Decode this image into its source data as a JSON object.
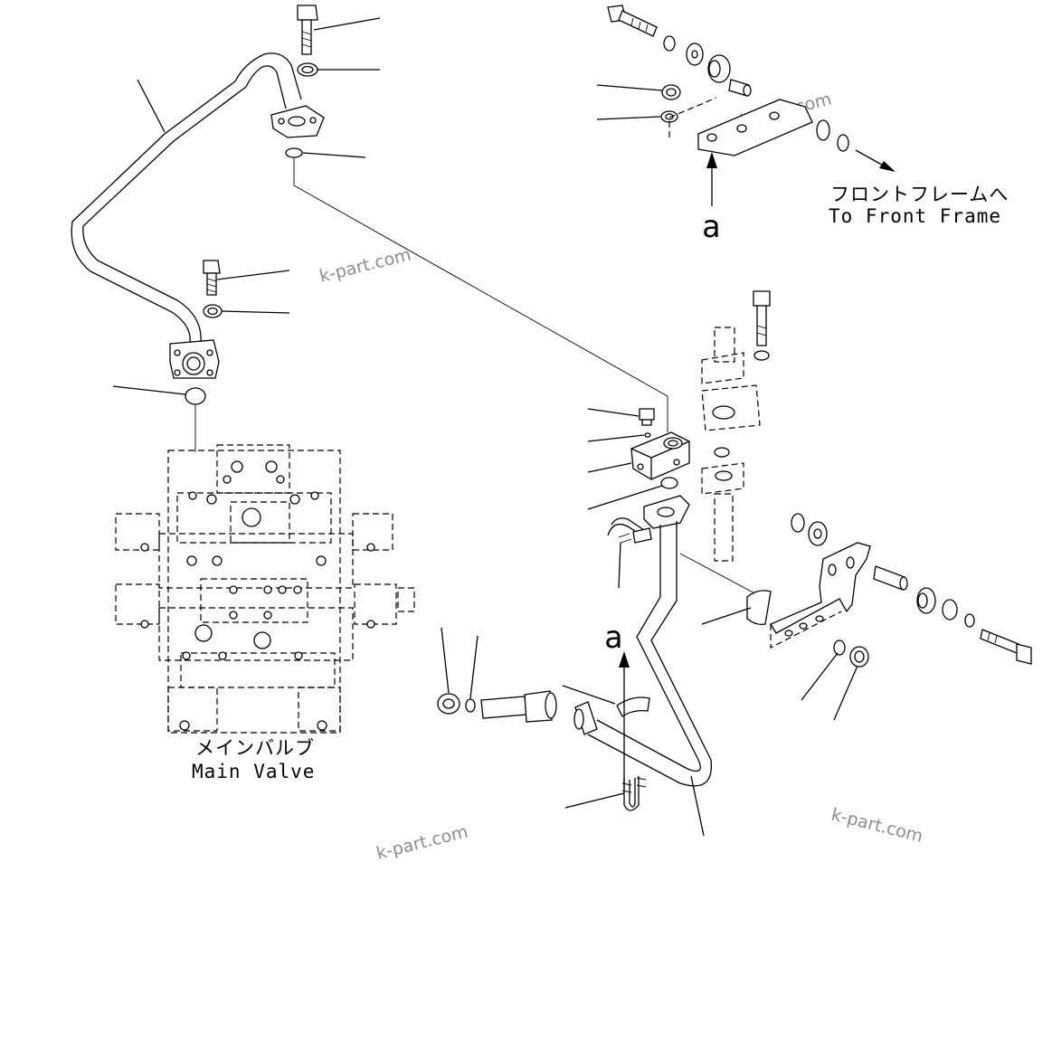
{
  "labels": {
    "front_frame_jp": "フロントフレームへ",
    "front_frame_en": "To Front Frame",
    "main_valve_jp": "メインバルブ",
    "main_valve_en": "Main Valve",
    "view_a_top": "a",
    "view_a_bottom": "a"
  },
  "watermarks": [
    "k-part.com",
    "k-part.com",
    "k-part.com",
    "k-part.com"
  ],
  "icons": {
    "pointer_arrow": "arrow-up-icon",
    "direction_arrow": "arrow-right-icon"
  }
}
